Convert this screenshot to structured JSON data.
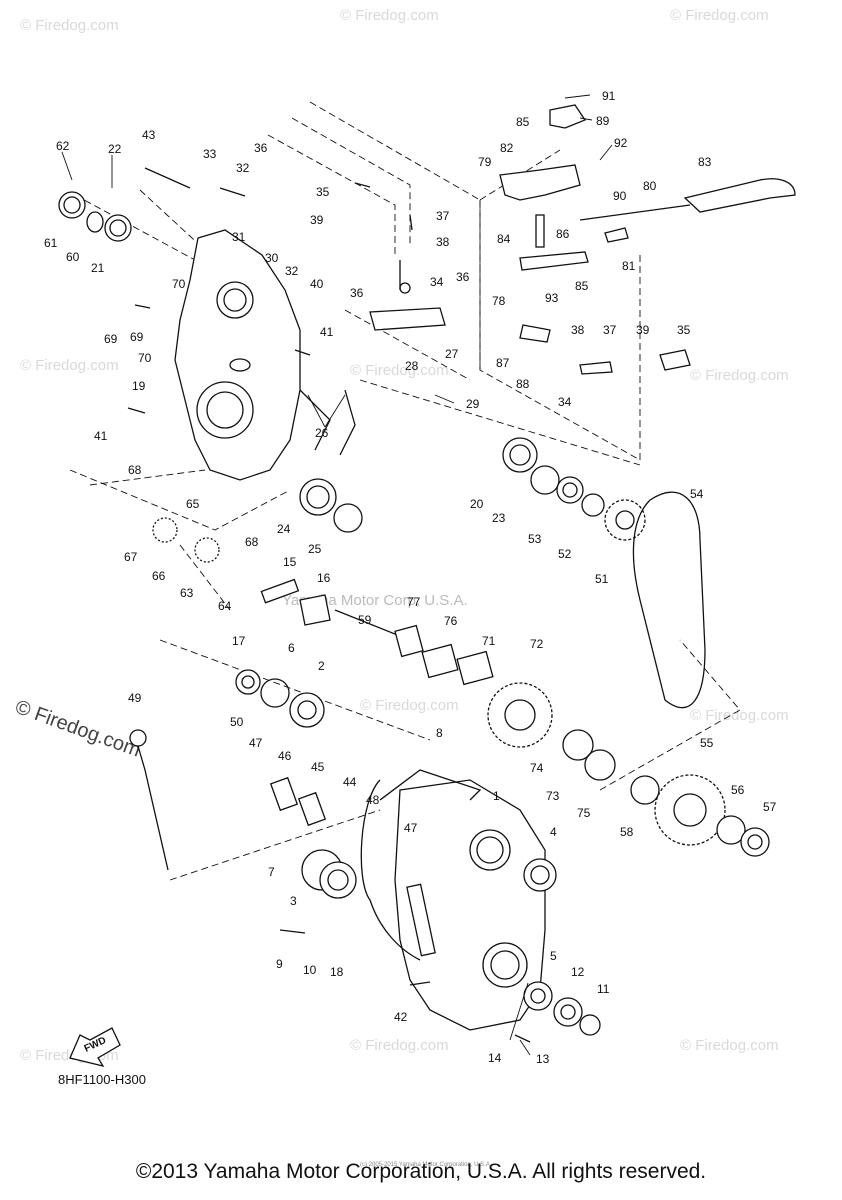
{
  "diagram": {
    "watermark_small": "© Firedog.com",
    "watermark_center": "Yamaha Motor Corp, U.S.A.",
    "fwd_label": "FWD",
    "drawing_code": "8HF1100-H300",
    "copyright": "©2013 Yamaha Motor Corporation, U.S.A. All rights reserved.",
    "fine_print": "(c) 2005-2015 Yamaha Motor Corporation, U.S.A.",
    "labels": [
      "1",
      "2",
      "3",
      "4",
      "5",
      "6",
      "7",
      "8",
      "9",
      "10",
      "11",
      "12",
      "13",
      "14",
      "15",
      "16",
      "17",
      "18",
      "19",
      "20",
      "21",
      "22",
      "23",
      "24",
      "25",
      "26",
      "27",
      "28",
      "29",
      "30",
      "31",
      "32",
      "32",
      "33",
      "34",
      "34",
      "35",
      "35",
      "36",
      "36",
      "36",
      "37",
      "37",
      "38",
      "38",
      "39",
      "39",
      "40",
      "41",
      "41",
      "42",
      "43",
      "44",
      "45",
      "46",
      "47",
      "47",
      "48",
      "49",
      "50",
      "51",
      "52",
      "53",
      "54",
      "55",
      "56",
      "57",
      "58",
      "59",
      "60",
      "61",
      "62",
      "63",
      "64",
      "65",
      "66",
      "67",
      "68",
      "68",
      "69",
      "69",
      "70",
      "70",
      "71",
      "72",
      "73",
      "74",
      "75",
      "76",
      "77",
      "78",
      "79",
      "80",
      "81",
      "82",
      "83",
      "84",
      "85",
      "85",
      "86",
      "87",
      "88",
      "89",
      "90",
      "91",
      "92",
      "93"
    ]
  }
}
